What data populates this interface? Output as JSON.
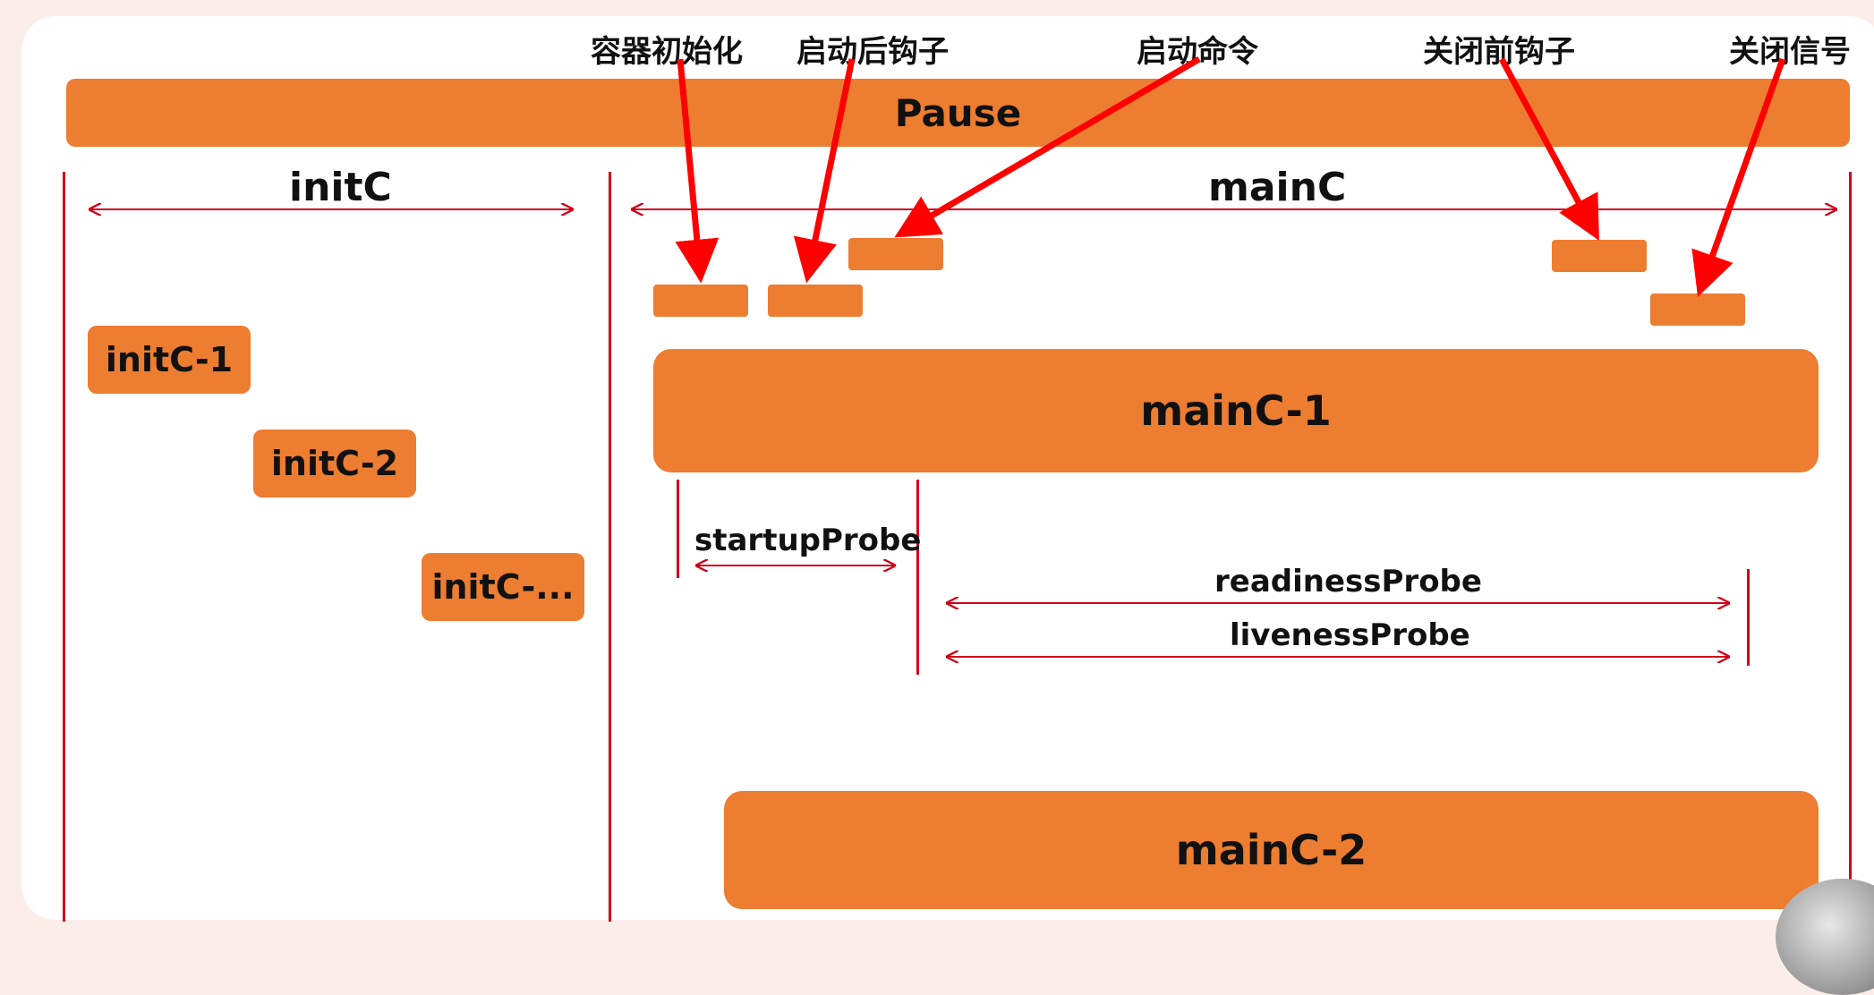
{
  "labels": {
    "container_init": "容器初始化",
    "post_start_hook": "启动后钩子",
    "start_command": "启动命令",
    "pre_stop_hook": "关闭前钩子",
    "stop_signal": "关闭信号"
  },
  "pause": "Pause",
  "init_section": "initC",
  "main_section": "mainC",
  "init_containers": [
    "initC-1",
    "initC-2",
    "initC-..."
  ],
  "main_containers": [
    "mainC-1",
    "mainC-2"
  ],
  "probes": {
    "startup": "startupProbe",
    "readiness": "readinessProbe",
    "liveness": "livenessProbe"
  },
  "colors": {
    "bar": "#ed7d31",
    "line": "#d0021b",
    "arrow": "#ff0000"
  }
}
